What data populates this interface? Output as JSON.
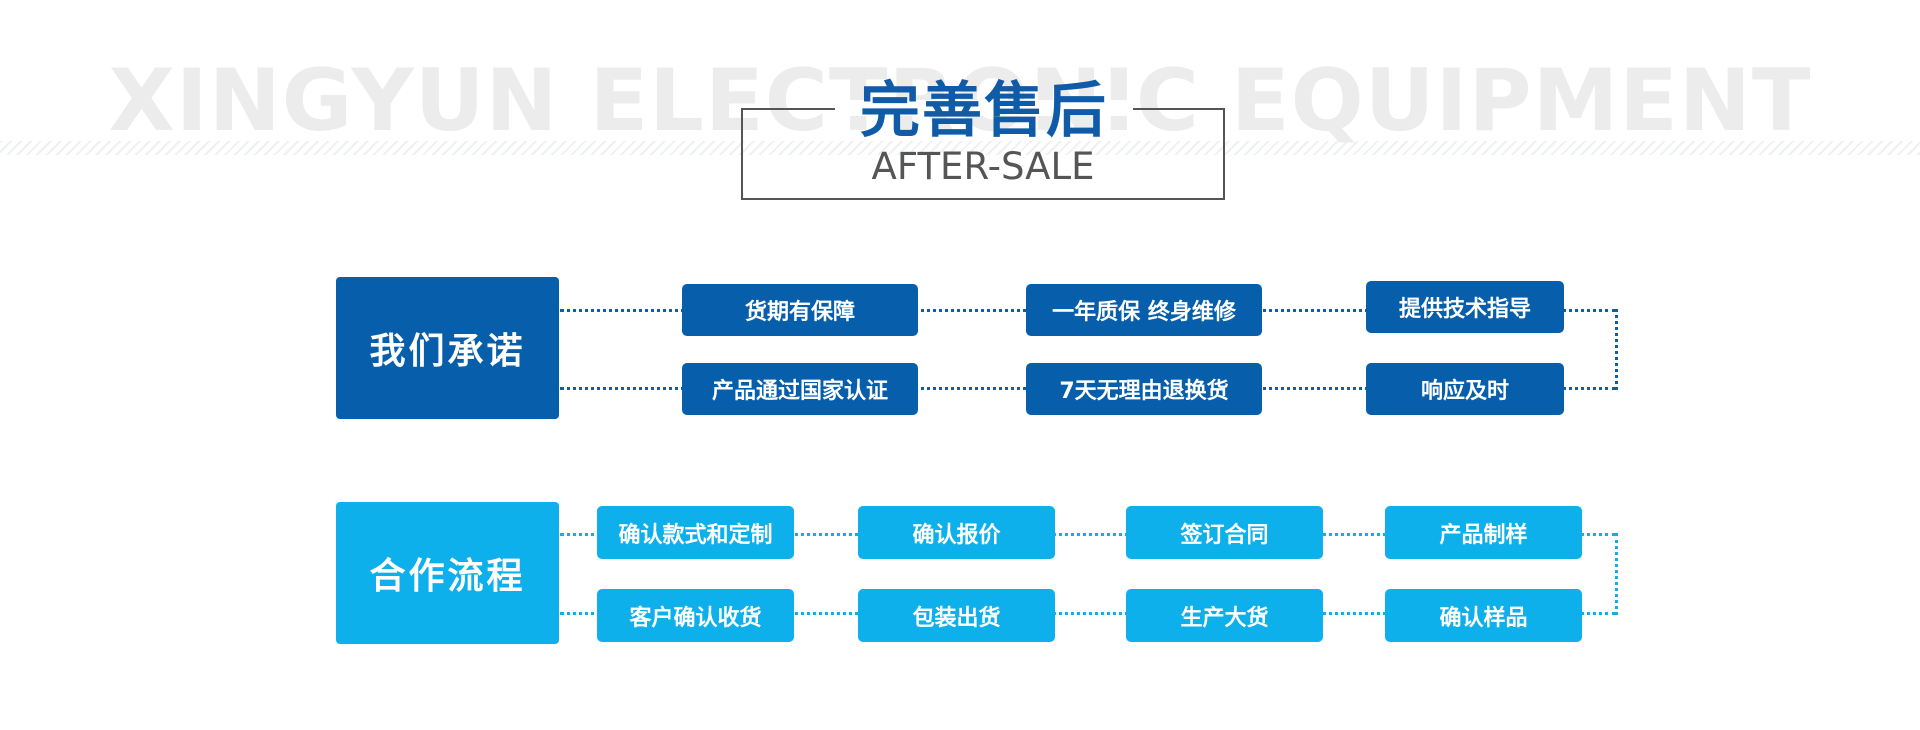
{
  "header": {
    "background_text": "XINGYUN ELECTRONIC EQUIPMENT",
    "title": "完善售后",
    "subtitle": "AFTER-SALE"
  },
  "promise": {
    "label": "我们承诺",
    "items": [
      "货期有保障",
      "一年质保 终身维修",
      "提供技术指导",
      "响应及时",
      "7天无理由退换货",
      "产品通过国家认证"
    ]
  },
  "process": {
    "label": "合作流程",
    "steps": [
      "确认款式和定制",
      "确认报价",
      "签订合同",
      "产品制样",
      "确认样品",
      "生产大货",
      "包装出货",
      "客户确认收货"
    ]
  },
  "colors": {
    "title_blue": "#0f5ba8",
    "promise_blue": "#075fab",
    "process_blue": "#0eb0ec",
    "frame_gray": "#555555"
  }
}
